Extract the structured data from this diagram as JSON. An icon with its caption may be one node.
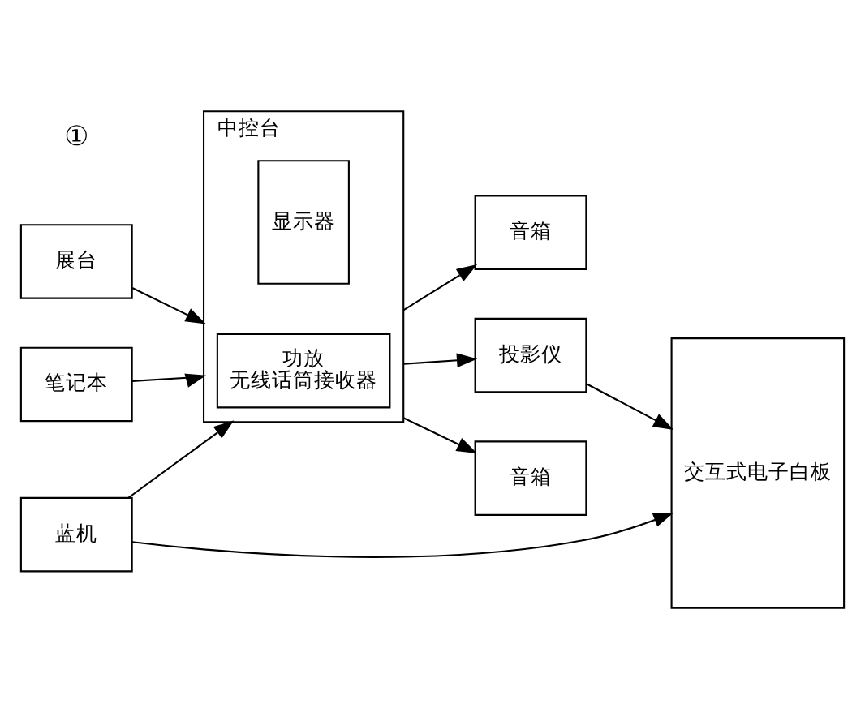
{
  "diagram": {
    "nodes": [
      {
        "text": [
          "展台"
        ]
      },
      {
        "text": [
          "笔记本"
        ]
      },
      {
        "text": [
          "蓝机"
        ]
      },
      {
        "text": [
          "中控台"
        ]
      },
      {
        "text": [
          "显示器"
        ],
        "in": 3
      },
      {
        "text": [
          "功放",
          "无线话筒接收器"
        ],
        "in": 3
      },
      {
        "text": [
          "音箱"
        ]
      },
      {
        "text": [
          "投影仪"
        ]
      },
      {
        "text": [
          "交互式电子白板"
        ]
      },
      {
        "text": [
          "音箱"
        ]
      }
    ],
    "edges": [
      {
        "from": 0,
        "to": 3,
        "arrow": "to"
      },
      {
        "from": 1,
        "to": 3,
        "arrow": "to"
      },
      {
        "from": 2,
        "to": 3,
        "arrow": "to"
      },
      {
        "from": 3,
        "to": 6,
        "arrow": "to"
      },
      {
        "from": 3,
        "to": 7,
        "arrow": "to"
      },
      {
        "from": 3,
        "to": 9,
        "arrow": "to"
      },
      {
        "from": 7,
        "to": 8,
        "arrow": "to"
      },
      {
        "from": 2,
        "to": 8,
        "arrow": "to"
      }
    ],
    "labels": [
      "①"
    ]
  }
}
